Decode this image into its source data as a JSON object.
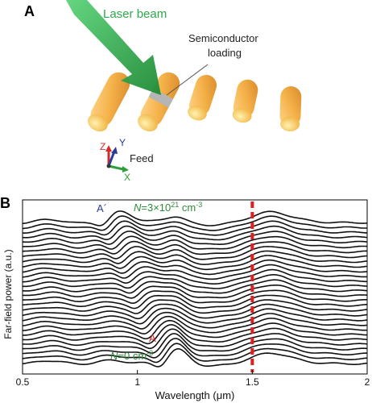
{
  "panel_a": {
    "panel_label": "A",
    "laser_label": "Laser beam",
    "semiconductor_label_line1": "Semiconductor",
    "semiconductor_label_line2": "loading",
    "feed_label": "Feed",
    "axis_z": "Z",
    "axis_y": "Y",
    "axis_x": "X",
    "colors": {
      "beam": "#2ea84a",
      "rod": "#f5b24a",
      "loading": "#b5b5b5",
      "axis_z": "#d42a2a",
      "axis_y": "#2a3c9e",
      "axis_x": "#2e9e3a"
    }
  },
  "panel_b": {
    "panel_label": "B",
    "ylabel": "Far-field power (a.u.)",
    "xlabel": "Wavelength (μm)",
    "xticks": [
      "0.5",
      "1",
      "1.5",
      "2"
    ],
    "label_top_prefix": "N",
    "label_top_value": "=3×10",
    "label_top_exp": "21",
    "label_top_unit": " cm",
    "label_top_unit_exp": "-3",
    "label_bottom_prefix": "N",
    "label_bottom_value": "=0 cm",
    "label_bottom_unit_exp": "-3",
    "marker_top": "A´",
    "marker_bottom": "A",
    "colors": {
      "curves": "#111111",
      "marker_top": "#2a3c9e",
      "marker_bottom": "#d42a2a",
      "n_label": "#2e8b3a",
      "dashed": "#e02020"
    }
  },
  "chart_data": {
    "type": "line",
    "xlabel": "Wavelength (μm)",
    "ylabel": "Far-field power (a.u.)",
    "xlim": [
      0.5,
      2.0
    ],
    "curve_count": 30,
    "carrier_density_range_cm3": [
      0,
      3e+21
    ],
    "marker_wavelength": 1.5,
    "resonance_A_wavelength": 1.1,
    "resonance_A_prime_wavelength": 0.85,
    "grid": false
  }
}
